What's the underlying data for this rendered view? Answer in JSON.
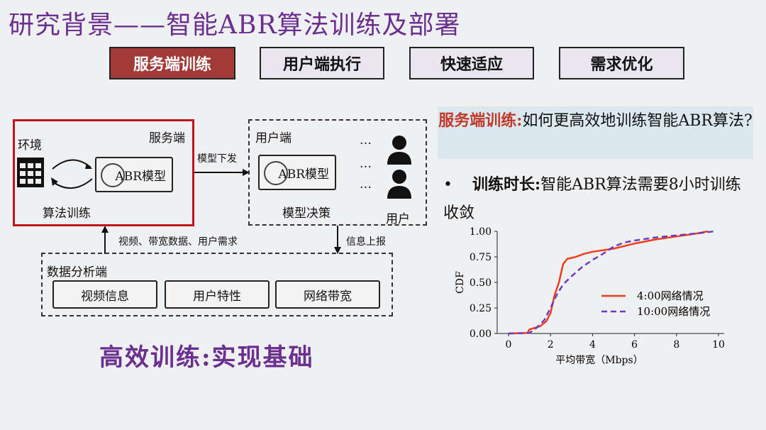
{
  "title": "研究背景——智能ABR算法训练及部署",
  "tabs": [
    {
      "label": "服务端训练",
      "active": true
    },
    {
      "label": "用户端执行"
    },
    {
      "label": "快速适应"
    },
    {
      "label": "需求优化"
    }
  ],
  "diagram": {
    "server_label": "服务端",
    "env_label": "环境",
    "model_label": "ABR模型",
    "train_label": "算法训练",
    "deploy_label": "模型下发",
    "client_label": "用户端",
    "client_model_label": "ABR模型",
    "decision_label": "模型决策",
    "ellipsis": "…",
    "users_label": "用户",
    "upload_data_label": "视频、带宽数据、用户需求",
    "report_label": "信息上报",
    "analysis_label": "数据分析端",
    "analysis_boxes": [
      "视频信息",
      "用户特性",
      "网络带宽"
    ]
  },
  "callout": {
    "highlight": "服务端训练:",
    "text": "如何更高效地训练智能ABR算法?"
  },
  "bullet": {
    "marker": "•",
    "label": "训练时长:",
    "text": "智能ABR算法需要8小时训练收敛"
  },
  "bottom_text": "高效训练:实现基础",
  "chart_data": {
    "type": "line",
    "xlabel": "平均带宽（Mbps）",
    "ylabel": "CDF",
    "xlim": [
      0,
      10
    ],
    "ylim": [
      0,
      1
    ],
    "xticks": [
      "0",
      "2",
      "4",
      "6",
      "8",
      "10"
    ],
    "yticks": [
      "0.00",
      "0.25",
      "0.50",
      "0.75",
      "1.00"
    ],
    "legend_position": "lower-right",
    "grid": false,
    "series": [
      {
        "name": "4:00网络情况",
        "color": "#f03c1e",
        "style": "solid",
        "x": [
          0,
          0.9,
          1.0,
          1.5,
          1.8,
          2.0,
          2.2,
          2.4,
          2.6,
          2.8,
          3.2,
          3.6,
          4.0,
          5.0,
          6.0,
          7.0,
          8.0,
          9.0,
          9.5
        ],
        "y": [
          0,
          0.005,
          0.04,
          0.07,
          0.12,
          0.2,
          0.38,
          0.5,
          0.68,
          0.73,
          0.75,
          0.78,
          0.8,
          0.83,
          0.88,
          0.92,
          0.95,
          0.98,
          1.0
        ]
      },
      {
        "name": "10:00网络情况",
        "color": "#6a3cc0",
        "style": "dashed",
        "x": [
          0,
          1.0,
          1.3,
          1.7,
          2.0,
          2.3,
          2.6,
          3.0,
          3.5,
          4.0,
          4.5,
          5.0,
          5.5,
          6.0,
          7.0,
          8.0,
          9.0,
          9.8
        ],
        "y": [
          0,
          0.005,
          0.05,
          0.13,
          0.25,
          0.38,
          0.48,
          0.56,
          0.65,
          0.72,
          0.78,
          0.85,
          0.89,
          0.91,
          0.94,
          0.96,
          0.98,
          1.0
        ]
      }
    ]
  }
}
